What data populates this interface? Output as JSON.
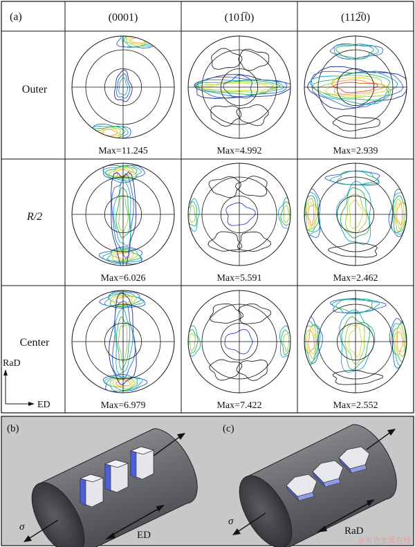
{
  "panel_a": {
    "label": "(a)",
    "columns": [
      {
        "label": "(0001)"
      },
      {
        "label": "(101̅0)"
      },
      {
        "label": "(112̅0)"
      }
    ],
    "rows": [
      {
        "label": "Outer",
        "italic": false,
        "max": [
          "Max=11.245",
          "Max=4.992",
          "Max=2.939"
        ]
      },
      {
        "label": "R/2",
        "italic": true,
        "max": [
          "Max=6.026",
          "Max=5.591",
          "Max=2.462"
        ]
      },
      {
        "label": "Center",
        "italic": false,
        "max": [
          "Max=6.979",
          "Max=7.422",
          "Max=2.552"
        ]
      }
    ],
    "axes": {
      "vertical": "RaD",
      "horizontal": "ED"
    },
    "contour_colors": [
      "#1f2a8a",
      "#2a64c8",
      "#1aa6c8",
      "#22b05a",
      "#8ccf3a",
      "#e0d23a",
      "#f0a030",
      "#e0502a",
      "#c01e3a"
    ]
  },
  "panel_b": {
    "label": "(b)",
    "stress_label": "σ",
    "direction_label": "ED"
  },
  "panel_c": {
    "label": "(c)",
    "stress_label": "σ",
    "direction_label": "RaD"
  },
  "watermark": "@有色金属在线"
}
